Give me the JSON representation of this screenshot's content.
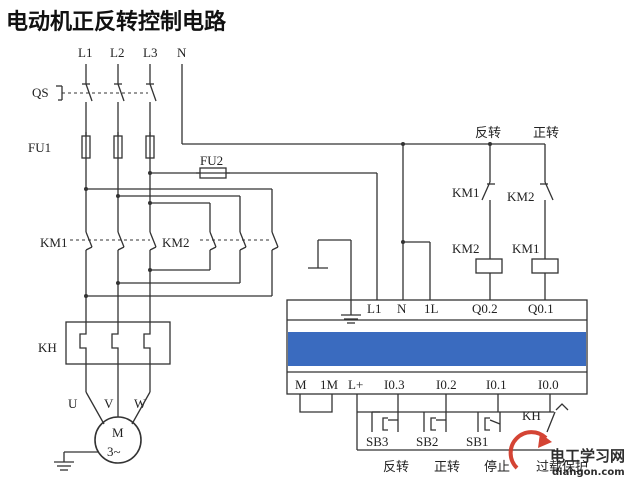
{
  "title": "电动机正反转控制电路",
  "phases": [
    "L1",
    "L2",
    "L3",
    "N"
  ],
  "labels": {
    "qs": "QS",
    "fu1": "FU1",
    "fu2": "FU2",
    "km1": "KM1",
    "km2": "KM2",
    "kh": "KH",
    "u": "U",
    "v": "V",
    "w": "W",
    "motor_m": "M",
    "motor_3": "3~"
  },
  "plc": {
    "top_terminals": [
      "L1",
      "N",
      "1L",
      "Q0.2",
      "Q0.1"
    ],
    "bottom_terminals": [
      "M",
      "1M",
      "L+",
      "I0.3",
      "I0.2",
      "I0.1",
      "I0.0"
    ],
    "band_color": "#3a6bbf"
  },
  "output_branches": {
    "reverse_label": "反转",
    "forward_label": "正转",
    "left_interlock": "KM1",
    "right_interlock": "KM2",
    "left_coil": "KM2",
    "right_coil": "KM1"
  },
  "inputs": {
    "buttons": [
      "SB3",
      "SB2",
      "SB1",
      "KH"
    ],
    "captions": [
      "反转",
      "正转",
      "停止",
      "过载保护"
    ]
  },
  "watermark": {
    "main": "电工学习网",
    "sub": "diangon.com"
  }
}
